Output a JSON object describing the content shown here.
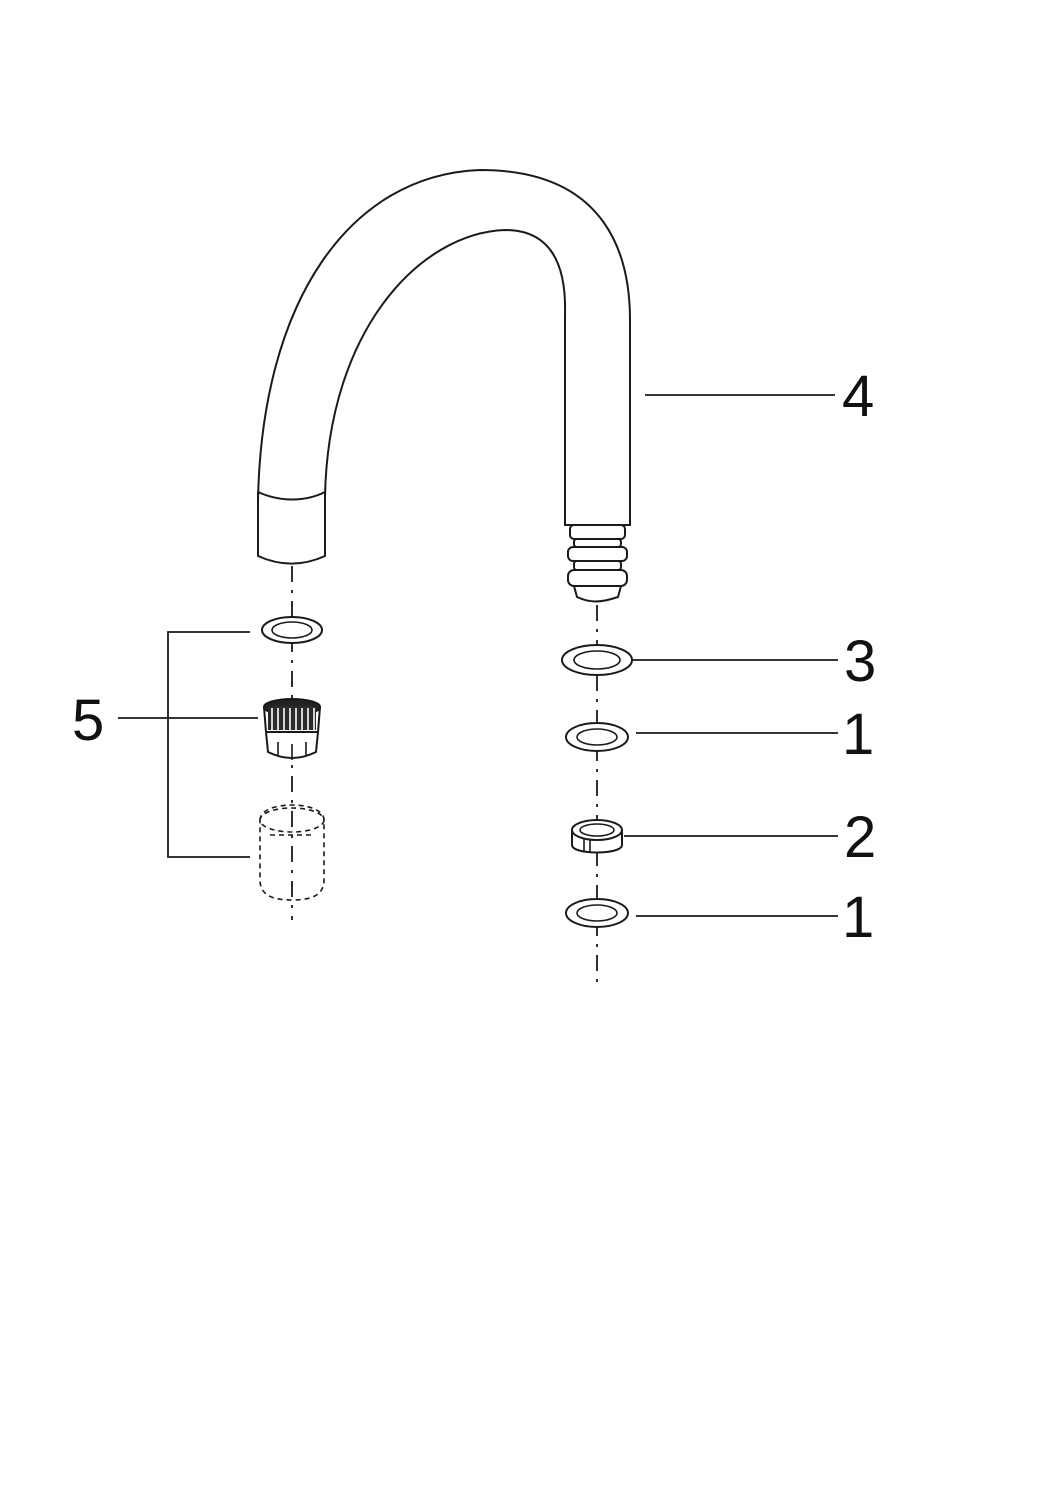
{
  "callouts": {
    "item_4": "4",
    "item_3": "3",
    "item_1_upper": "1",
    "item_2": "2",
    "item_1_lower": "1",
    "item_5": "5"
  }
}
